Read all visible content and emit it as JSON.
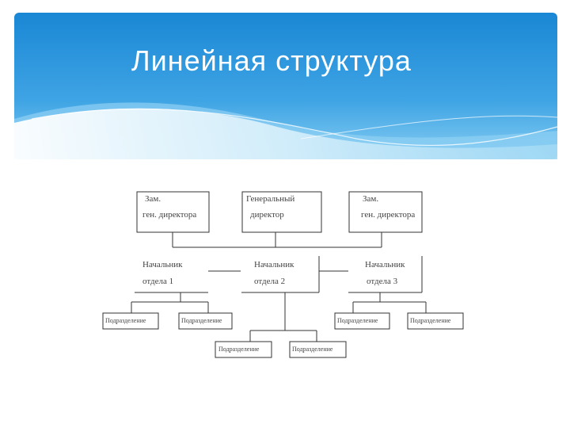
{
  "slide": {
    "title": "Линейная структура"
  },
  "org_chart": {
    "top": [
      {
        "line1": "Зам.",
        "line2": "ген. директора"
      },
      {
        "line1": "Генеральный",
        "line2": "директор"
      },
      {
        "line1": "Зам.",
        "line2": "ген. директора"
      }
    ],
    "chiefs": [
      {
        "line1": "Начальник",
        "line2": "отдела 1"
      },
      {
        "line1": "Начальник",
        "line2": "отдела 2"
      },
      {
        "line1": "Начальник",
        "line2": "отдела 3"
      }
    ],
    "units_left": [
      "Подразделение",
      "Подразделение"
    ],
    "units_middle": [
      "Подразделение",
      "Подразделение"
    ],
    "units_right": [
      "Подразделение",
      "Подразделение"
    ]
  },
  "colors": {
    "banner_top": "#1f8ed8",
    "banner_mid": "#58b4ea",
    "banner_light": "#bfe3f8",
    "line": "#333333"
  }
}
